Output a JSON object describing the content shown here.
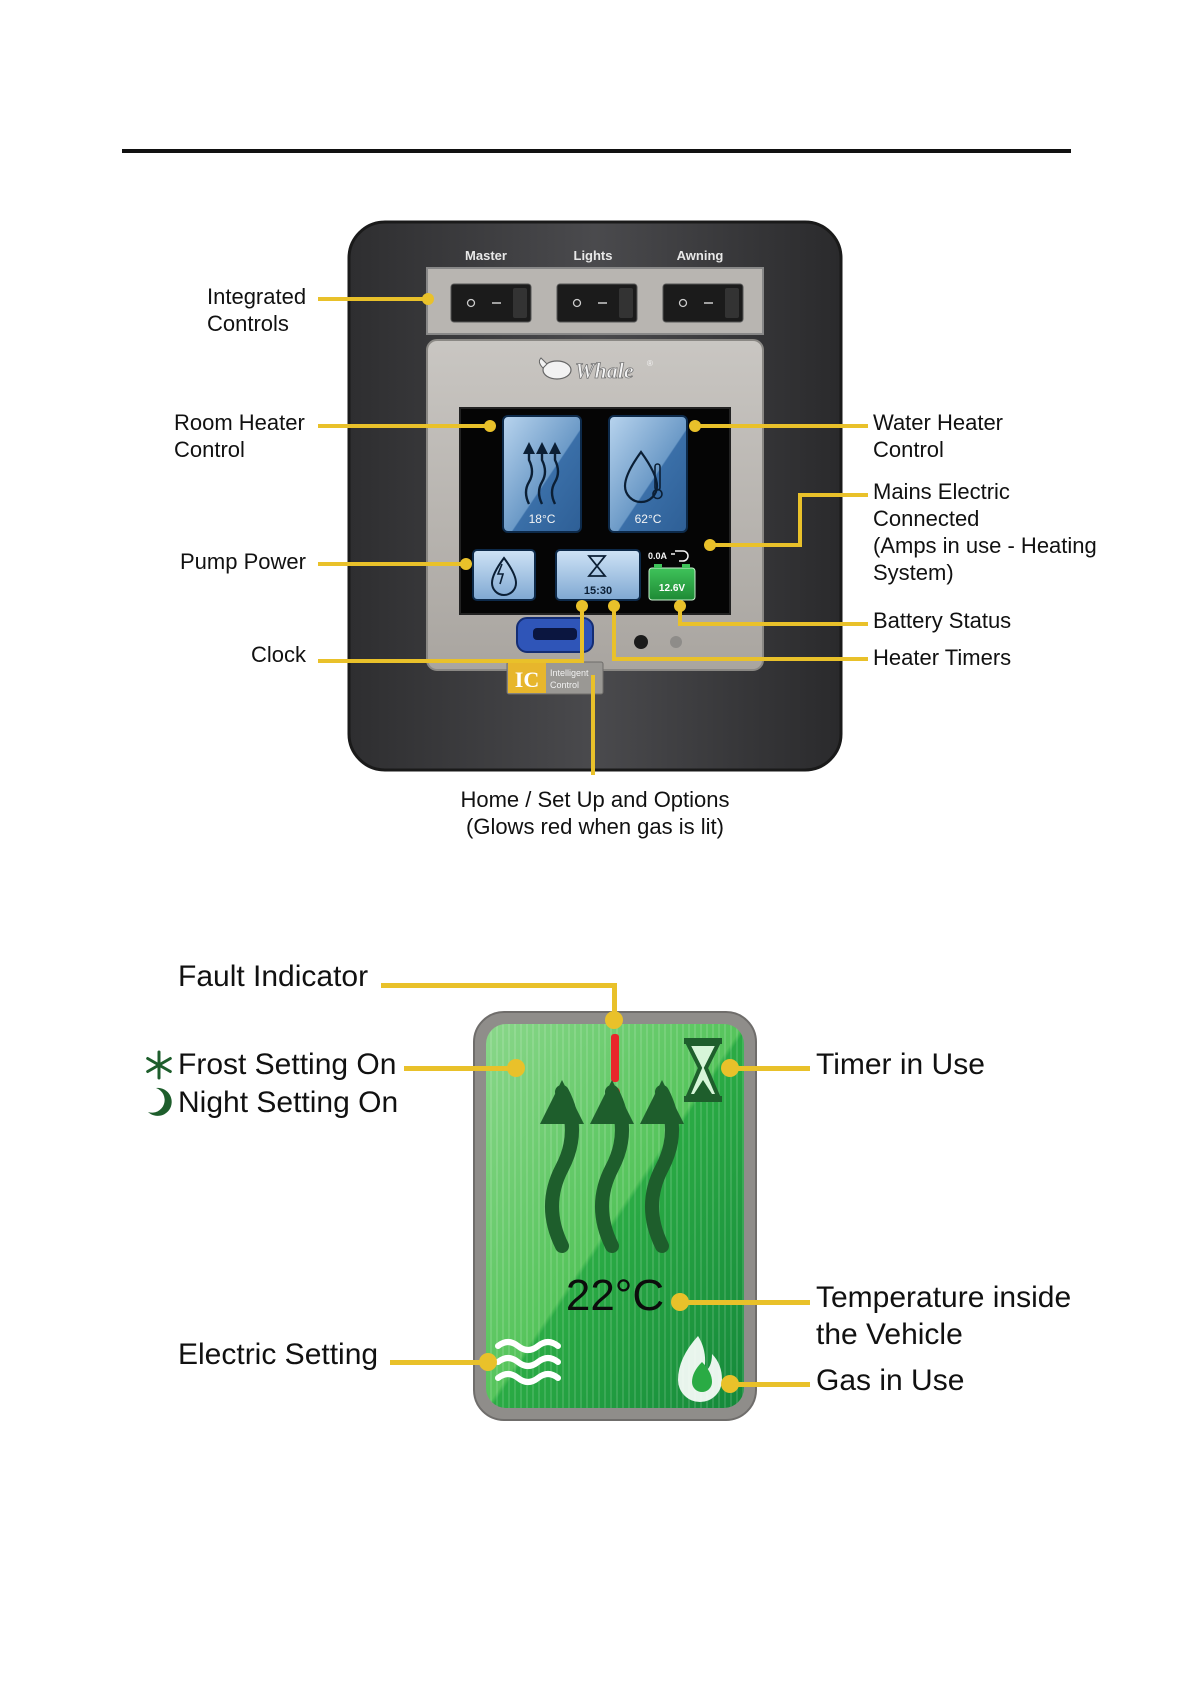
{
  "panel": {
    "switch_labels": [
      "Master",
      "Lights",
      "Awning"
    ],
    "brand": "Whale",
    "room_temp": "18°C",
    "water_temp": "62°C",
    "clock": "15:30",
    "amps": "0.0A",
    "battery": "12.6V",
    "ic_badge": "IC",
    "ic_text_1": "Intelligent",
    "ic_text_2": "Control"
  },
  "callouts": {
    "integrated_controls": [
      "Integrated",
      "Controls"
    ],
    "room_heater": [
      "Room Heater",
      "Control"
    ],
    "pump_power": "Pump Power",
    "clock": "Clock",
    "water_heater": [
      "Water Heater",
      "Control"
    ],
    "mains": [
      "Mains Electric",
      "Connected",
      "(Amps in use - Heating",
      "System)"
    ],
    "battery_status": "Battery Status",
    "heater_timers": "Heater Timers",
    "home": [
      "Home / Set Up and Options",
      "(Glows red when gas is lit)"
    ]
  },
  "heater_tile": {
    "temperature": "22°C",
    "labels": {
      "fault": "Fault Indicator",
      "frost": "Frost Setting On",
      "night": "Night Setting On",
      "electric": "Electric Setting",
      "timer": "Timer in Use",
      "temp_inside": [
        "Temperature inside",
        "the Vehicle"
      ],
      "gas": "Gas in Use"
    }
  },
  "colors": {
    "callout_line": "#e9c12a",
    "tile_green": "#2db34a",
    "arrow_green": "#1e5e2c"
  }
}
